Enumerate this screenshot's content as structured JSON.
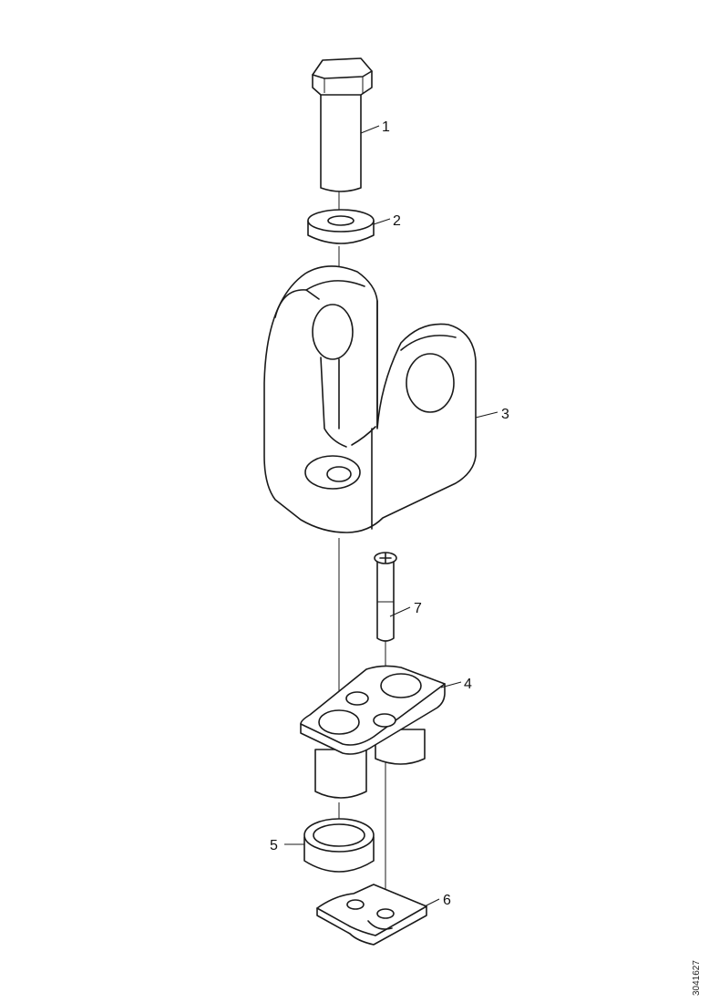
{
  "callouts": {
    "c1": "1",
    "c2": "2",
    "c3": "3",
    "c4": "4",
    "c5": "5",
    "c6": "6",
    "c7": "7"
  },
  "drawing_code": "3041627"
}
